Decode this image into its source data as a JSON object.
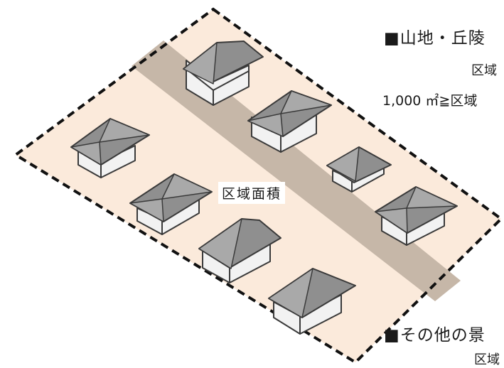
{
  "diagram": {
    "area_label": "区域面積",
    "headings": {
      "mountain": "■山地・丘陵",
      "region_1": "区域",
      "inequality": "1,000 ㎡≧区域",
      "other": "■その他の景",
      "region_2": "区域"
    },
    "colors": {
      "site_fill": "#fbeadb",
      "road_fill": "#c6b7a8",
      "roof": "#8f8f8f",
      "roof_light": "#a9a9a9",
      "wall": "#f2f2f2",
      "outline": "#3a3a3a",
      "boundary": "#111111"
    }
  }
}
